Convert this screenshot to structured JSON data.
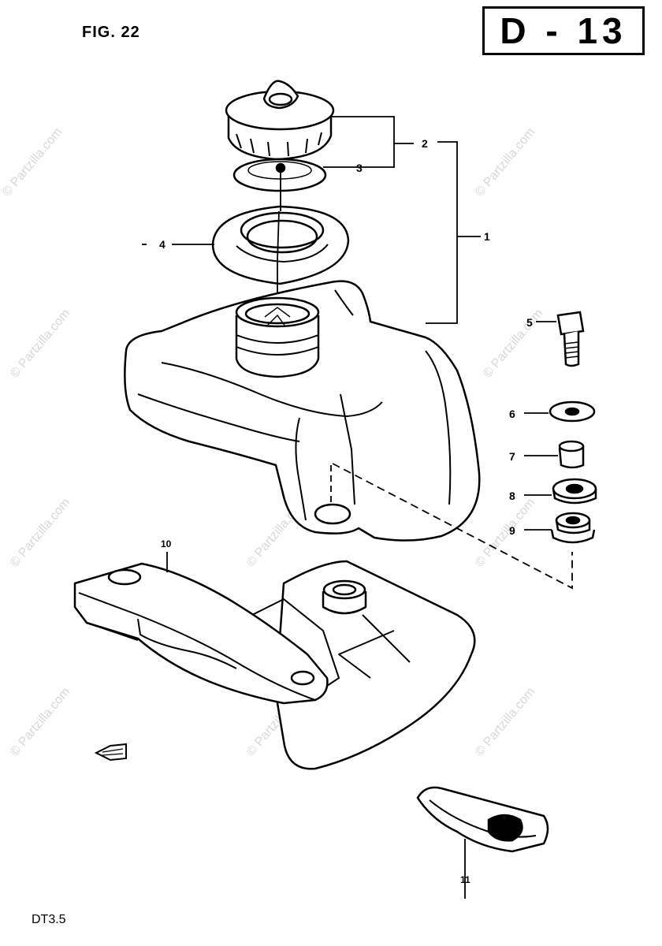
{
  "header": {
    "figure_label": "FIG. 22",
    "page_code": "D - 13"
  },
  "footer": {
    "model": "DT3.5"
  },
  "watermark": {
    "text": "© Partzilla.com"
  },
  "callouts": {
    "c1": "1",
    "c2": "2",
    "c3": "3",
    "c4": "4",
    "c5": "5",
    "c6": "6",
    "c7": "7",
    "c8": "8",
    "c9": "9",
    "c10": "10",
    "c11": "11"
  },
  "colors": {
    "ink": "#000000",
    "paper": "#ffffff",
    "watermark": "#d8d8d8"
  }
}
